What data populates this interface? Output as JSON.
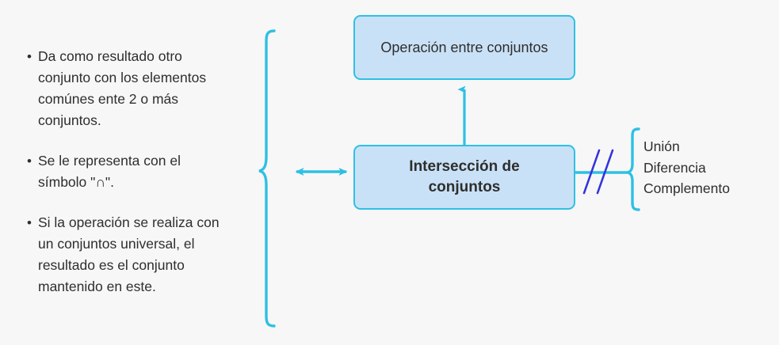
{
  "diagram": {
    "title": "Intersección de conjuntos",
    "background_color": "#f7f7f7",
    "node_fill_color": "#c9e1f6",
    "accent_color": "#2ec0e4",
    "slash_color": "#3333dd",
    "text_color": "#2e2e2e"
  },
  "nodes": {
    "parent": {
      "label": "Operación entre conjuntos"
    },
    "main": {
      "label": "Intersección de\nconjuntos"
    }
  },
  "bullets": [
    {
      "marker": "•",
      "text": "Da como resultado otro\nconjunto con los elementos\ncomúnes ente 2 o más\nconjuntos."
    },
    {
      "marker": "•",
      "text": "Se le representa con el\nsímbolo \"∩\"."
    },
    {
      "marker": "•",
      "text": "Si la operación se realiza con\nun conjuntos universal, el\nresultado es el conjunto\nmantenido en este."
    }
  ],
  "related_operations": [
    "Unión",
    "Diferencia",
    "Complemento"
  ],
  "connectors": {
    "up_arrow": "arrow-up-to-parent",
    "double_arrow": "double-headed-arrow-left",
    "break_marker": "double-slash-break"
  }
}
